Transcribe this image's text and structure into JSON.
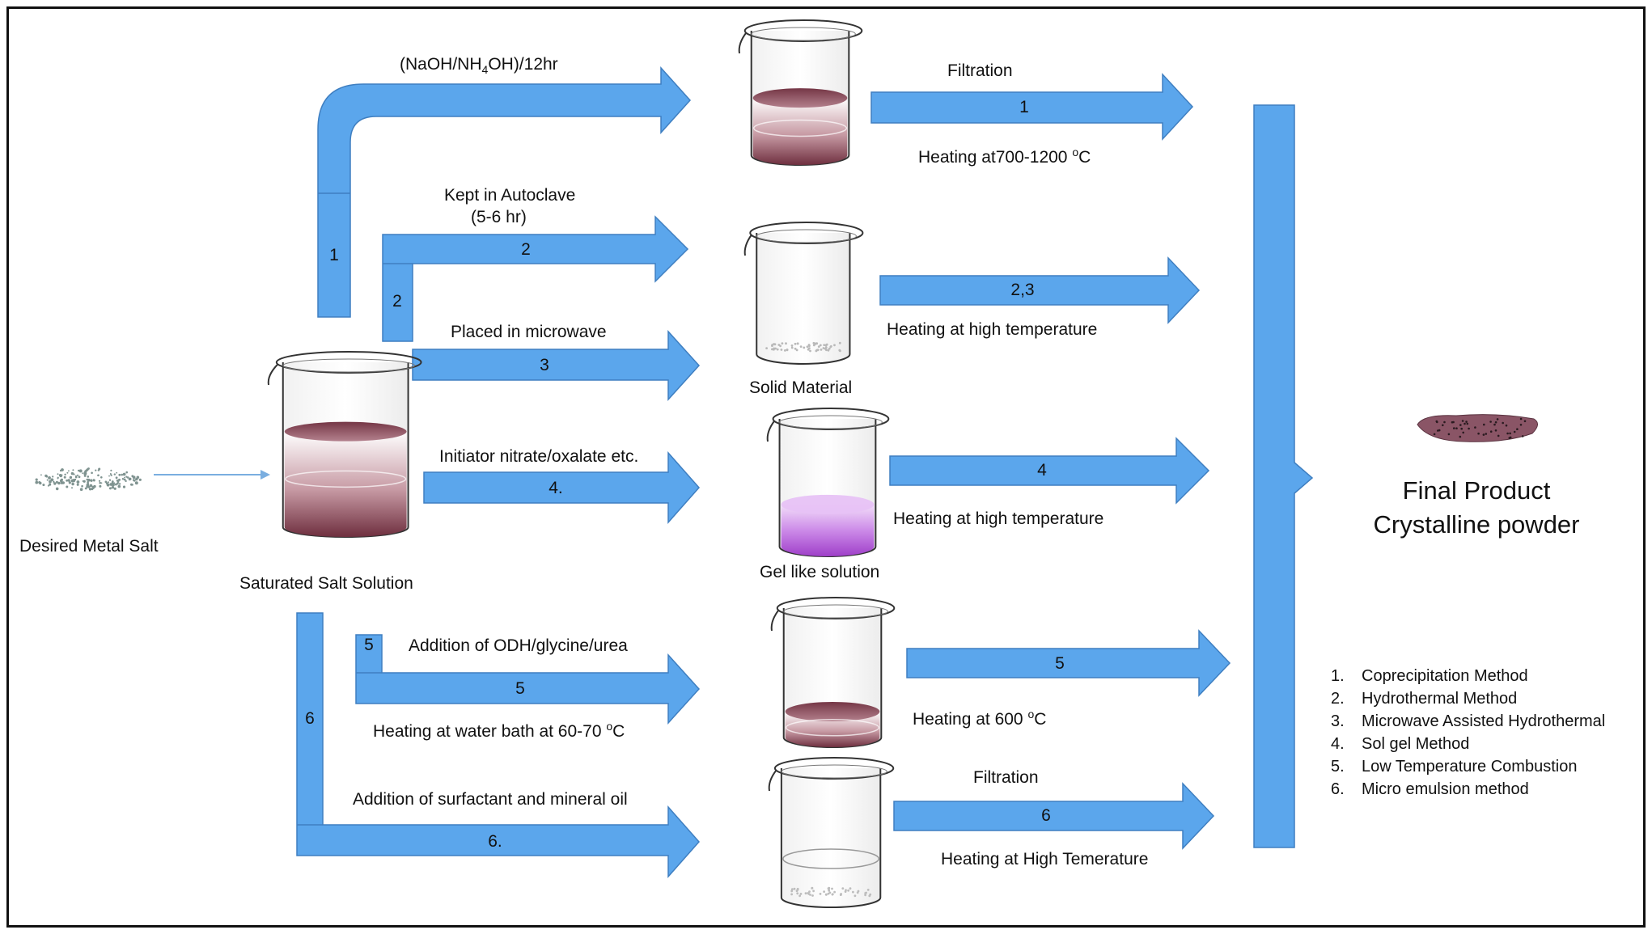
{
  "sources": {
    "metal_salt": "Desired Metal Salt",
    "salt_solution": "Saturated Salt Solution"
  },
  "routes": {
    "coprecipitation": {
      "reagent_pre": "(NaOH/NH",
      "reagent_sub1": "4",
      "reagent_mid": "OH)/12hr",
      "branch_number": "1",
      "step_top": "Filtration",
      "step_number": "1",
      "step_bottom_pre": "Heating at700-1200 ",
      "step_bottom_sup": "o",
      "step_bottom_post": "C"
    },
    "hydrothermal": {
      "line1": "Kept in Autoclave",
      "line2": "(5-6 hr)",
      "branch_number": "2",
      "arrow_number": "2"
    },
    "microwave": {
      "label": "Placed in microwave",
      "arrow_number": "3"
    },
    "hydro_microwave_outcome": {
      "beaker_label": "Solid Material",
      "step_number": "2,3",
      "step_bottom": "Heating at high temperature"
    },
    "sol_gel": {
      "label": "Initiator nitrate/oxalate etc.",
      "arrow_number": "4.",
      "beaker_label": "Gel like solution",
      "step_number": "4",
      "step_bottom": "Heating at high temperature"
    },
    "combustion": {
      "label": "Addition of ODH/glycine/urea",
      "branch_number": "5",
      "arrow_number": "5",
      "below_pre": "Heating at water bath at 60-70 ",
      "below_sup": "o",
      "below_post": "C",
      "step_number": "5",
      "step_bottom_pre": "Heating at 600 ",
      "step_bottom_sup": "o",
      "step_bottom_post": "C"
    },
    "micro_emulsion": {
      "label": "Addition of surfactant and mineral oil",
      "branch_number": "6",
      "arrow_number": "6.",
      "step_top": "Filtration",
      "step_number": "6",
      "step_bottom": "Heating at High Temerature"
    }
  },
  "final": {
    "line1": "Final Product",
    "line2": "Crystalline powder"
  },
  "legend": [
    {
      "n": "1.",
      "label": "Coprecipitation Method"
    },
    {
      "n": "2.",
      "label": "Hydrothermal Method"
    },
    {
      "n": "3.",
      "label": "Microwave Assisted Hydrothermal"
    },
    {
      "n": "4.",
      "label": "Sol gel Method"
    },
    {
      "n": "5.",
      "label": "Low Temperature Combustion"
    },
    {
      "n": "6.",
      "label": "Micro emulsion method"
    }
  ],
  "colors": {
    "arrow_fill": "#5ba6ec",
    "arrow_stroke": "#3f7fc1",
    "salt_dot": "#7f9390",
    "solution_dark": "#7a3d4b",
    "gel_purple": "#b25ad6",
    "powder": "#8a5566",
    "glass_stroke": "#333333"
  }
}
